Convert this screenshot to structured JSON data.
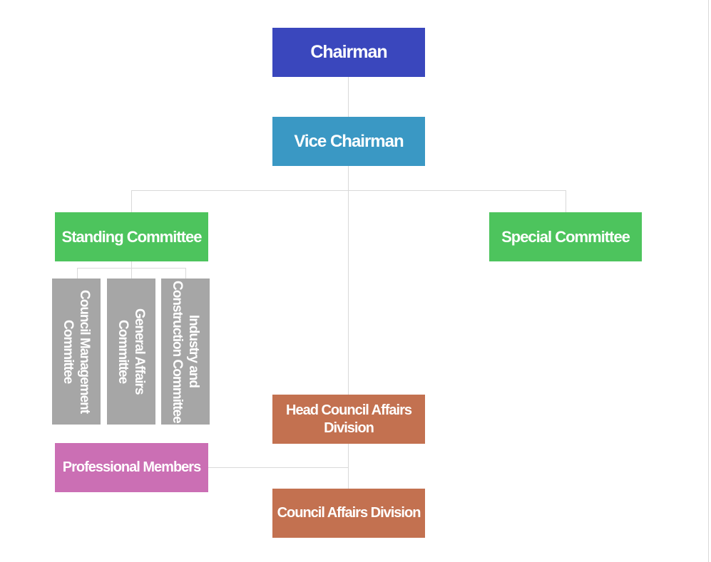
{
  "colors": {
    "chairman": "#3a47bd",
    "vice_chairman": "#3a98c4",
    "committee": "#4dc45d",
    "sub_committee": "#a6a6a6",
    "division": "#c37150",
    "professional": "#cb6fb4",
    "connector": "#d9d9d9"
  },
  "nodes": {
    "chairman": "Chairman",
    "vice_chairman": "Vice Chairman",
    "standing_committee": "Standing Committee",
    "special_committee": "Special Committee",
    "sub_committees": [
      "Council Management Committee",
      "General Affairs Committee",
      "Industry and Construction Committee"
    ],
    "head_council_affairs_division": "Head Council Affairs Division",
    "council_affairs_division": "Council Affairs Division",
    "professional_members": "Professional Members"
  }
}
